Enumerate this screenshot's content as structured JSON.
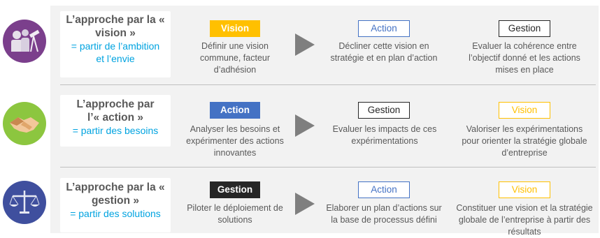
{
  "rows": [
    {
      "title": "L’approche par la « vision »",
      "subtitle": "= partir de l’ambition et l’envie",
      "icon": "people-telescope-icon",
      "steps": [
        {
          "label": "Vision",
          "text": "Définir une vision commune, facteur d’adhésion"
        },
        {
          "label": "Action",
          "text": "Décliner cette vision en stratégie et en plan d’action"
        },
        {
          "label": "Gestion",
          "text": "Evaluer la cohérence entre l’objectif donné et les actions mises en place"
        }
      ]
    },
    {
      "title": "L’approche par l’« action »",
      "subtitle": "= partir des besoins",
      "icon": "handshake-icon",
      "steps": [
        {
          "label": "Action",
          "text": "Analyser les besoins et expérimenter des actions innovantes"
        },
        {
          "label": "Gestion",
          "text": "Evaluer les impacts de ces expérimentations"
        },
        {
          "label": "Vision",
          "text": "Valoriser les expérimentations pour orienter la stratégie globale d’entreprise"
        }
      ]
    },
    {
      "title": "L’approche par la « gestion »",
      "subtitle": "= partir des solutions",
      "icon": "scales-icon",
      "steps": [
        {
          "label": "Gestion",
          "text": "Piloter le déploiement de solutions"
        },
        {
          "label": "Action",
          "text": "Elaborer un plan d’actions sur la base de processus défini"
        },
        {
          "label": "Vision",
          "text": "Constituer une vision et la stratégie globale de l’entreprise à partir des résultats"
        }
      ]
    }
  ],
  "colors": {
    "vision": "#ffc000",
    "action": "#4472c4",
    "gestion": "#262626",
    "subtitle": "#00a3e0",
    "arrow": "#7f7f7f",
    "icon_purple": "#7b3f8c",
    "icon_green": "#8cc63f",
    "icon_blue": "#3f4f9e"
  }
}
